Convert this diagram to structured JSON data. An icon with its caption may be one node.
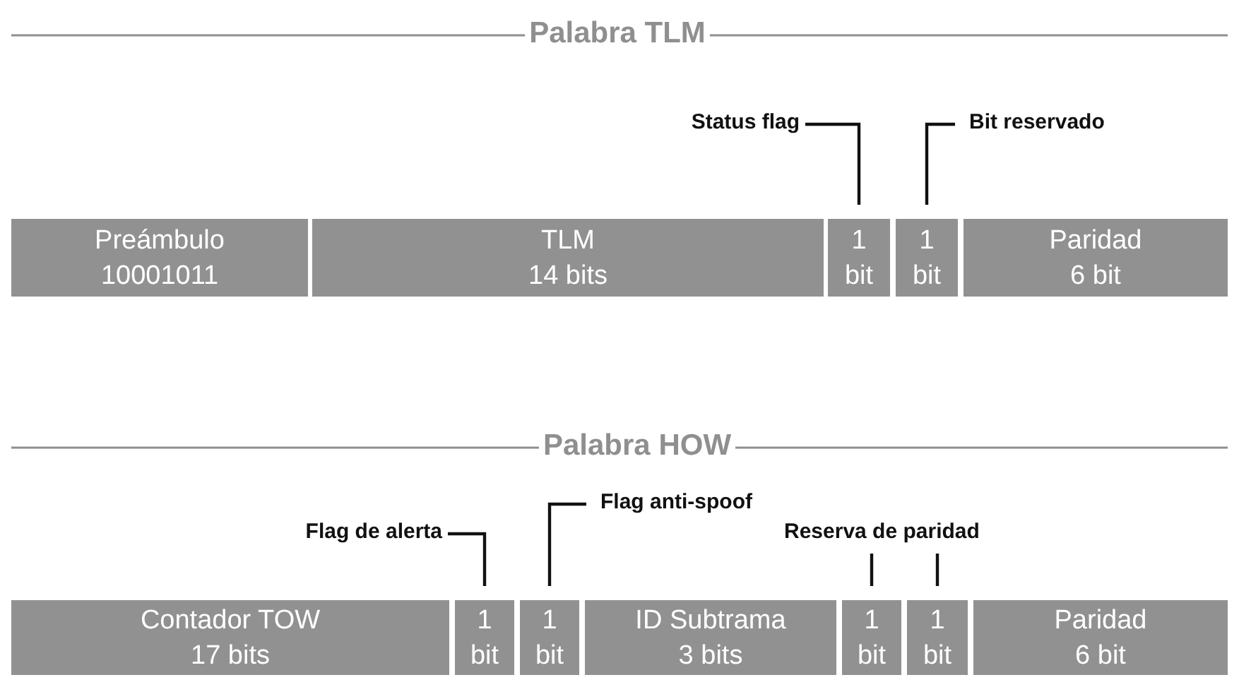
{
  "diagram": {
    "nodes": [
      {
        "text": [
          "Preámbulo",
          "10001011"
        ]
      },
      {
        "text": [
          "TLM",
          "14 bits"
        ]
      },
      {
        "text": [
          "1",
          "bit"
        ]
      },
      {
        "text": [
          "1",
          "bit"
        ]
      },
      {
        "text": [
          "Paridad",
          "6 bit"
        ]
      },
      {
        "text": [
          "Status flag"
        ]
      },
      {
        "text": [
          "Bit reservado"
        ]
      },
      {
        "text": [
          "Contador TOW",
          "17 bits"
        ]
      },
      {
        "text": [
          "1",
          "bit"
        ]
      },
      {
        "text": [
          "1",
          "bit"
        ]
      },
      {
        "text": [
          "ID Subtrama",
          "3 bits"
        ]
      },
      {
        "text": [
          "1",
          "bit"
        ]
      },
      {
        "text": [
          "1",
          "bit"
        ]
      },
      {
        "text": [
          "Paridad",
          "6 bit"
        ]
      },
      {
        "text": [
          "Flag de alerta"
        ]
      },
      {
        "text": [
          "Flag anti-spoof"
        ]
      },
      {
        "text": [
          "Reserva de paridad"
        ]
      }
    ],
    "edges": [
      {
        "from": 5,
        "to": 2,
        "arrow": "none"
      },
      {
        "from": 6,
        "to": 3,
        "arrow": "none"
      },
      {
        "from": 14,
        "to": 8,
        "arrow": "none"
      },
      {
        "from": 15,
        "to": 9,
        "arrow": "none"
      },
      {
        "from": 16,
        "to": 11,
        "arrow": "none"
      },
      {
        "from": 16,
        "to": 12,
        "arrow": "none"
      }
    ],
    "labels": [
      "Palabra TLM",
      "Palabra HOW"
    ]
  }
}
